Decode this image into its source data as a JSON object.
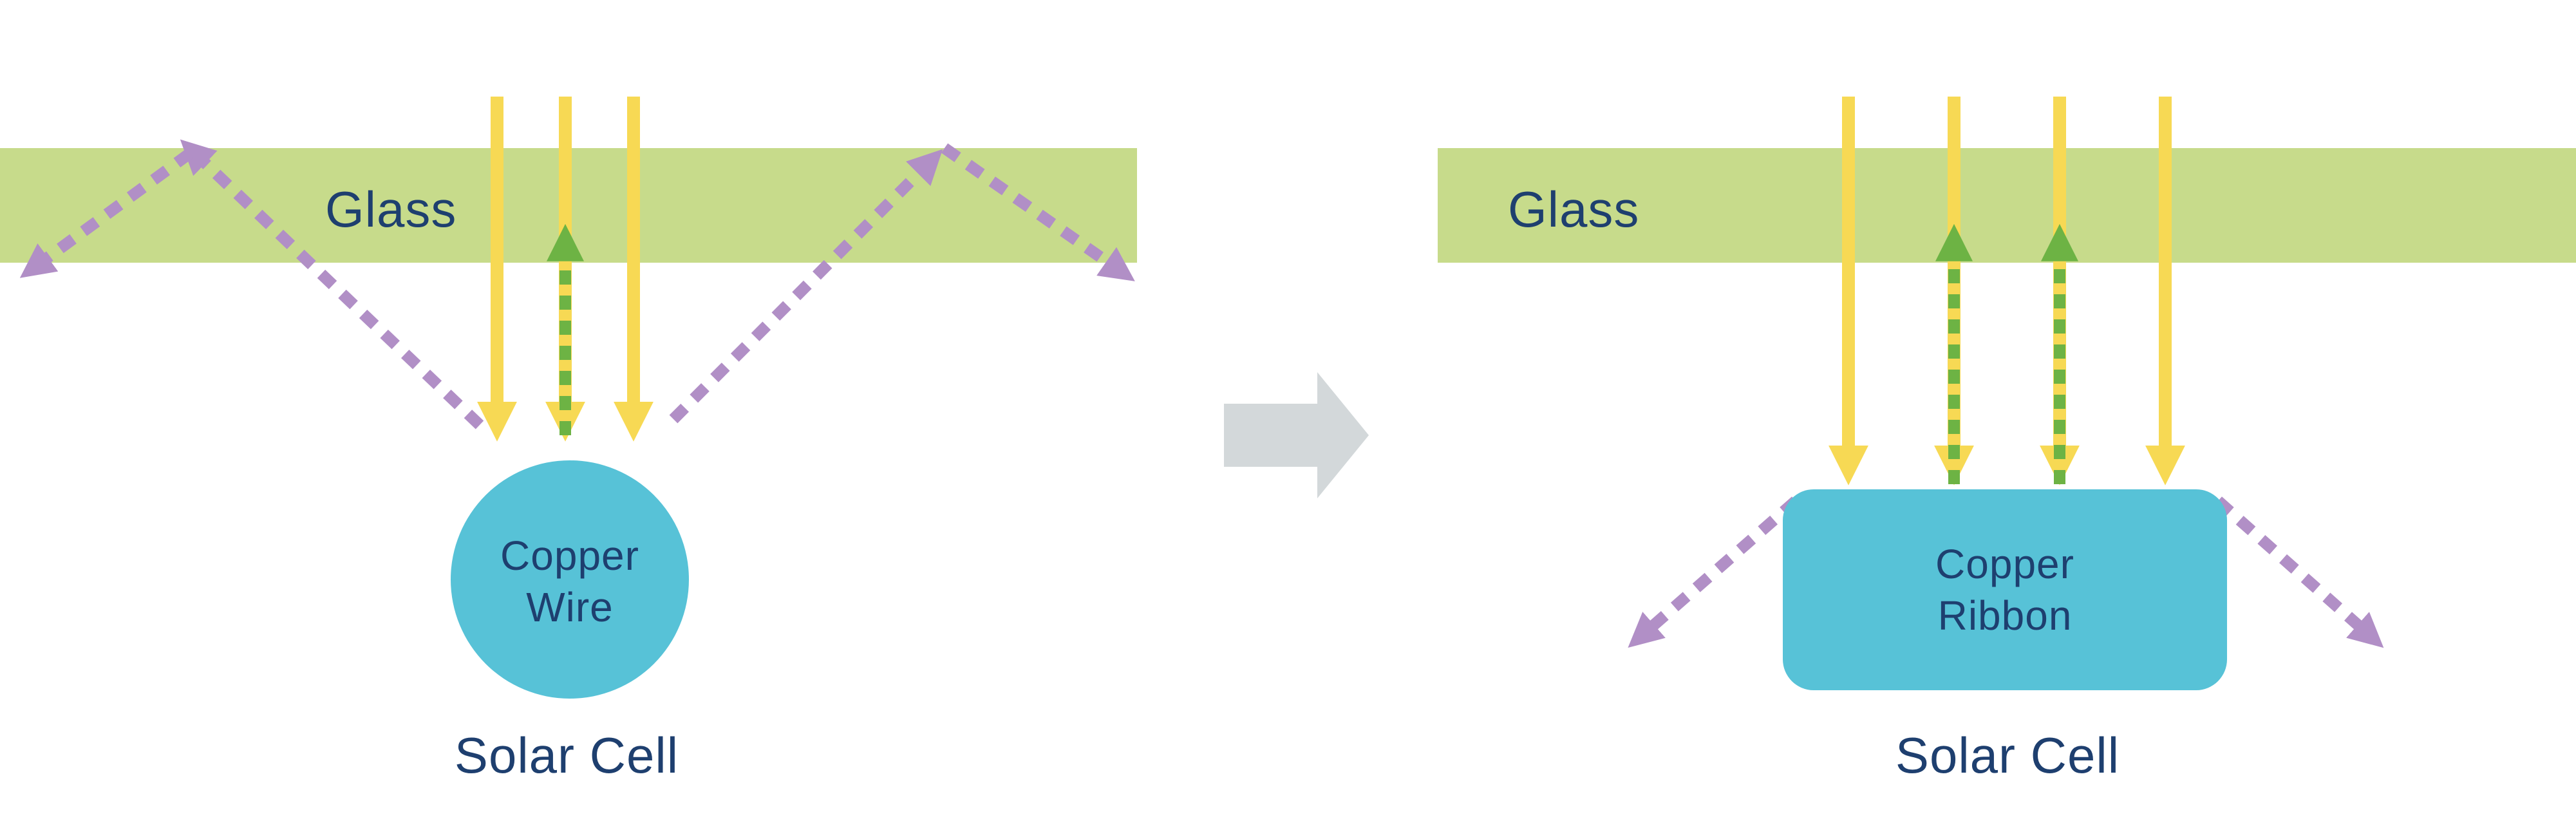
{
  "colors": {
    "glass": "#c7db8b",
    "yellow": "#f7d954",
    "green": "#6db344",
    "purple": "#b18fc6",
    "blue": "#57c2d7",
    "gray": "#d3d8da",
    "navy": "#1e3f6f",
    "background": "#ffffff"
  },
  "left_panel": {
    "glass_label": "Glass",
    "component_label_line1": "Copper",
    "component_label_line2": "Wire",
    "caption": "Solar Cell"
  },
  "right_panel": {
    "glass_label": "Glass",
    "component_label_line1": "Copper",
    "component_label_line2": "Ribbon",
    "caption": "Solar Cell"
  }
}
